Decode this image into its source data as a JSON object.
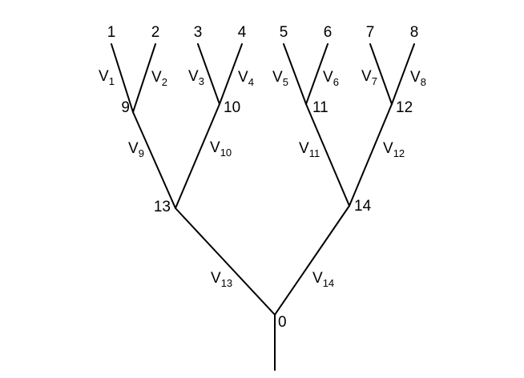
{
  "tree": {
    "root_label": "0",
    "nodes": [
      {
        "id": "1",
        "parent": "9"
      },
      {
        "id": "2",
        "parent": "9"
      },
      {
        "id": "3",
        "parent": "10"
      },
      {
        "id": "4",
        "parent": "10"
      },
      {
        "id": "5",
        "parent": "11"
      },
      {
        "id": "6",
        "parent": "11"
      },
      {
        "id": "7",
        "parent": "12"
      },
      {
        "id": "8",
        "parent": "12"
      },
      {
        "id": "9",
        "parent": "13"
      },
      {
        "id": "10",
        "parent": "13"
      },
      {
        "id": "11",
        "parent": "14"
      },
      {
        "id": "12",
        "parent": "14"
      },
      {
        "id": "13",
        "parent": "0"
      },
      {
        "id": "14",
        "parent": "0"
      },
      {
        "id": "0",
        "parent": null
      }
    ],
    "edges": [
      {
        "from": "1",
        "to": "9",
        "label": "V",
        "sub": "1"
      },
      {
        "from": "2",
        "to": "9",
        "label": "V",
        "sub": "2"
      },
      {
        "from": "3",
        "to": "10",
        "label": "V",
        "sub": "3"
      },
      {
        "from": "4",
        "to": "10",
        "label": "V",
        "sub": "4"
      },
      {
        "from": "5",
        "to": "11",
        "label": "V",
        "sub": "5"
      },
      {
        "from": "6",
        "to": "11",
        "label": "V",
        "sub": "6"
      },
      {
        "from": "7",
        "to": "12",
        "label": "V",
        "sub": "7"
      },
      {
        "from": "8",
        "to": "12",
        "label": "V",
        "sub": "8"
      },
      {
        "from": "9",
        "to": "13",
        "label": "V",
        "sub": "9"
      },
      {
        "from": "10",
        "to": "13",
        "label": "V",
        "sub": "10"
      },
      {
        "from": "11",
        "to": "14",
        "label": "V",
        "sub": "11"
      },
      {
        "from": "12",
        "to": "14",
        "label": "V",
        "sub": "12"
      },
      {
        "from": "13",
        "to": "0",
        "label": "V",
        "sub": "13"
      },
      {
        "from": "14",
        "to": "0",
        "label": "V",
        "sub": "14"
      }
    ]
  }
}
